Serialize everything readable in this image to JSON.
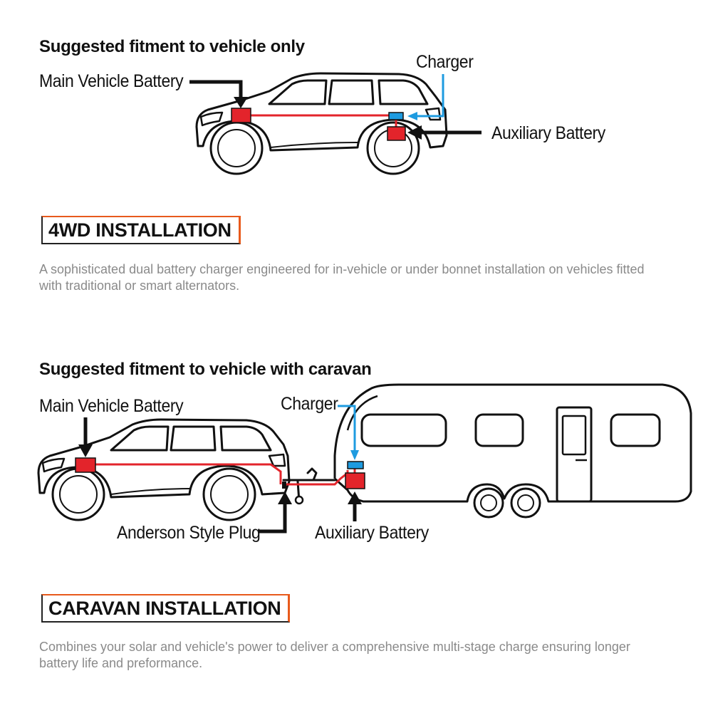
{
  "section_4wd": {
    "heading": "Suggested fitment to vehicle only",
    "labels": {
      "main_battery": "Main Vehicle Battery",
      "charger": "Charger",
      "aux_battery": "Auxiliary Battery"
    },
    "badge": "4WD INSTALLATION",
    "description": "A sophisticated dual battery charger engineered for in-vehicle or under bonnet installation on vehicles fitted with traditional or smart alternators."
  },
  "section_caravan": {
    "heading": "Suggested fitment to vehicle with caravan",
    "labels": {
      "main_battery": "Main Vehicle Battery",
      "charger": "Charger",
      "anderson_plug": "Anderson Style Plug",
      "aux_battery": "Auxiliary Battery"
    },
    "badge": "CARAVAN INSTALLATION",
    "description": "Combines your solar and vehicle's power to deliver a comprehensive multi-stage charge ensuring longer battery life and preformance."
  },
  "colors": {
    "battery": "#e3242b",
    "wire": "#e3242b",
    "charger": "#1e9be0",
    "accent": "#e85a1c",
    "outline": "#111111",
    "description_text": "#8a8a8a"
  }
}
